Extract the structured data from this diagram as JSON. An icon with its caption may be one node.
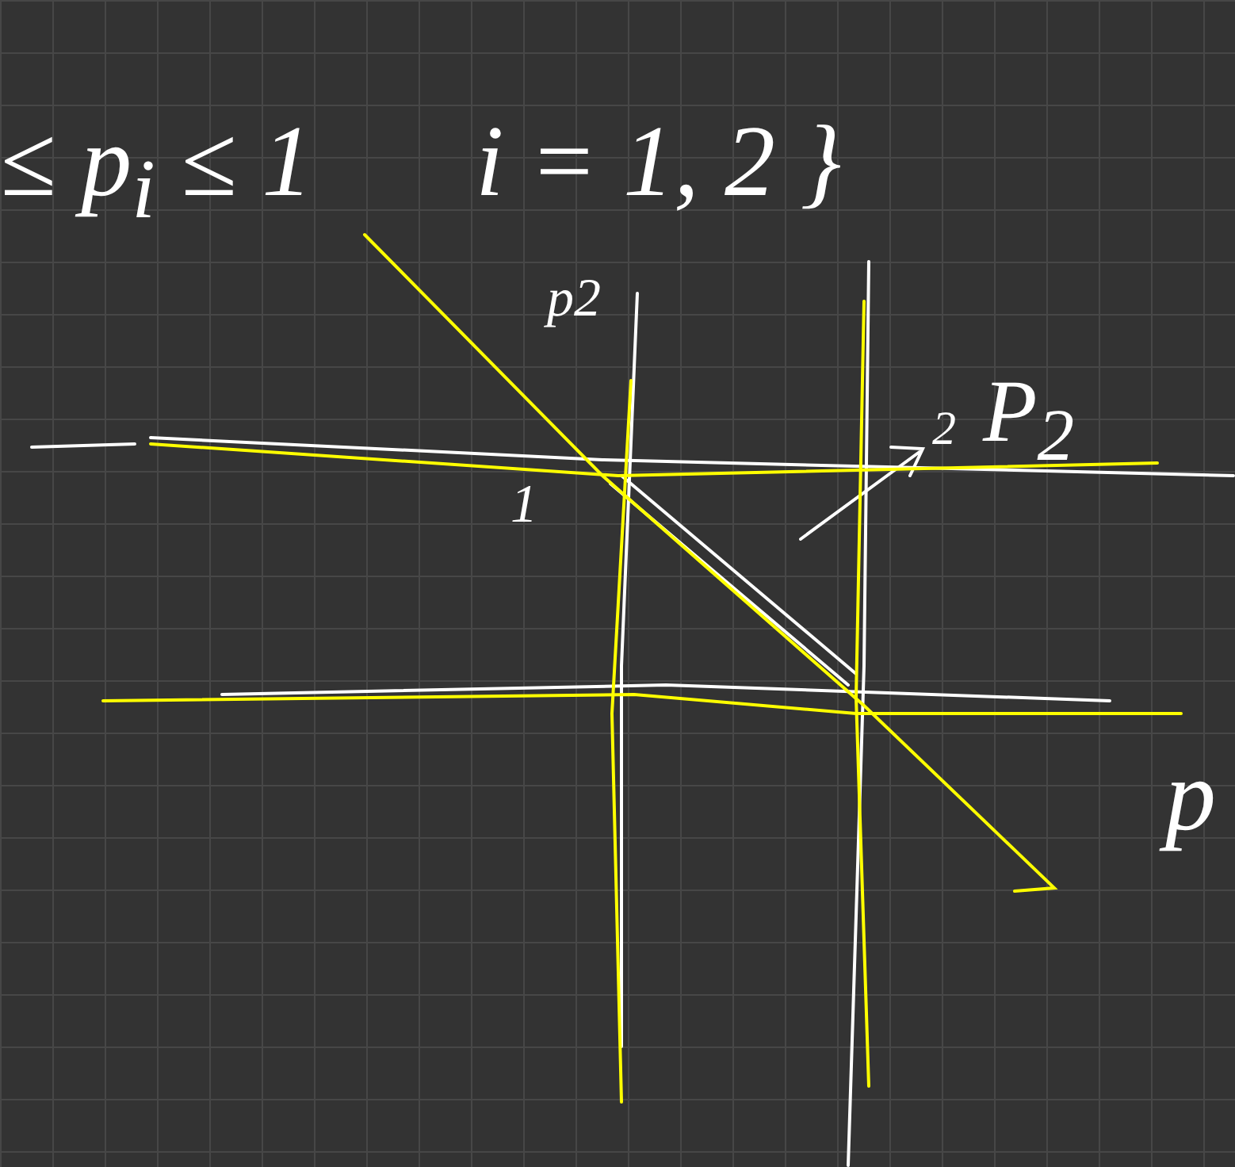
{
  "diagram": {
    "labels": [
      "≤ p$_{i}$ ≤ 1",
      "i = 1, 2 }",
      "p2",
      "1",
      "2",
      "P$_{2}$",
      "p"
    ]
  }
}
